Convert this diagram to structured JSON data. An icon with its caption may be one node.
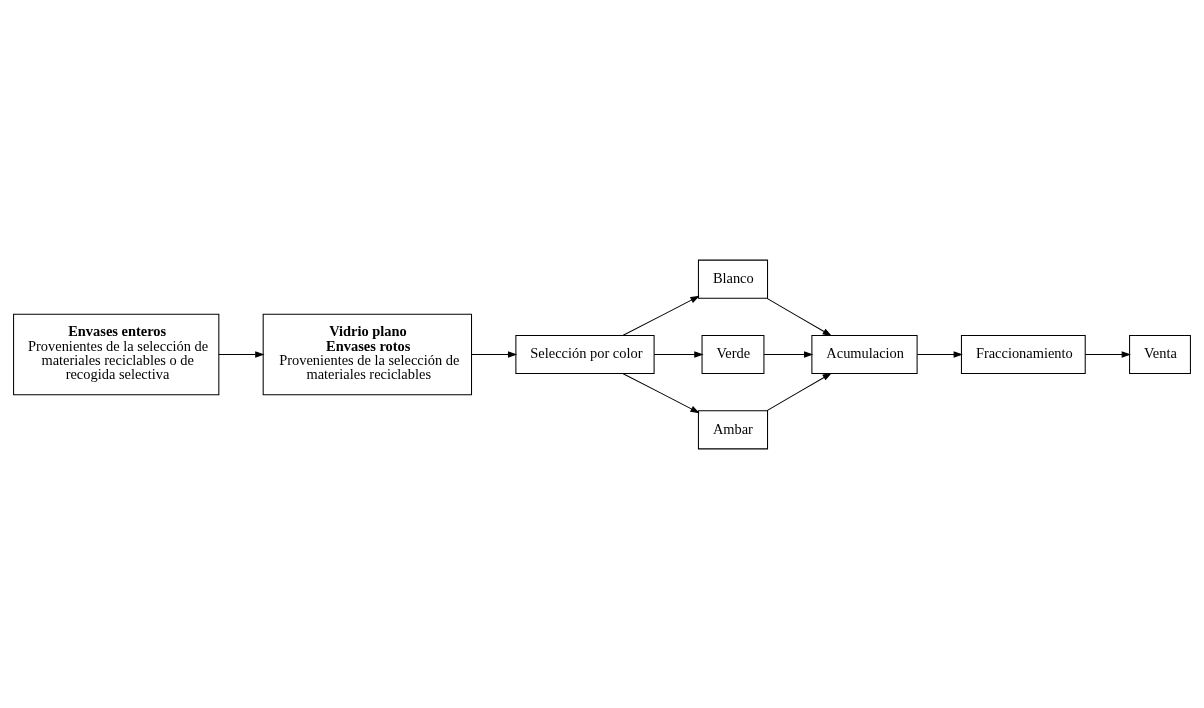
{
  "diagram": {
    "nodes": [
      {
        "text": [
          "Envases enteros",
          "Provenientes de la selección de materiales reciclables o de recogida selectiva"
        ]
      },
      {
        "text": [
          "Vidrio plano",
          "Envases rotos",
          "Provenientes de la selección de materiales reciclables"
        ]
      },
      {
        "text": [
          "Selección por color"
        ]
      },
      {
        "text": [
          "Blanco"
        ]
      },
      {
        "text": [
          "Verde"
        ]
      },
      {
        "text": [
          "Ambar"
        ]
      },
      {
        "text": [
          "Acumulacion"
        ]
      },
      {
        "text": [
          "Fraccionamiento"
        ]
      },
      {
        "text": [
          "Venta"
        ]
      }
    ],
    "edges": [
      {
        "from": 0,
        "to": 1,
        "arrow": "to"
      },
      {
        "from": 1,
        "to": 2,
        "arrow": "to"
      },
      {
        "from": 2,
        "to": 3,
        "arrow": "to"
      },
      {
        "from": 2,
        "to": 4,
        "arrow": "to"
      },
      {
        "from": 2,
        "to": 5,
        "arrow": "to"
      },
      {
        "from": 3,
        "to": 6,
        "arrow": "to"
      },
      {
        "from": 4,
        "to": 6,
        "arrow": "to"
      },
      {
        "from": 5,
        "to": 6,
        "arrow": "to"
      },
      {
        "from": 6,
        "to": 7,
        "arrow": "to"
      },
      {
        "from": 7,
        "to": 8,
        "arrow": "to"
      }
    ]
  }
}
